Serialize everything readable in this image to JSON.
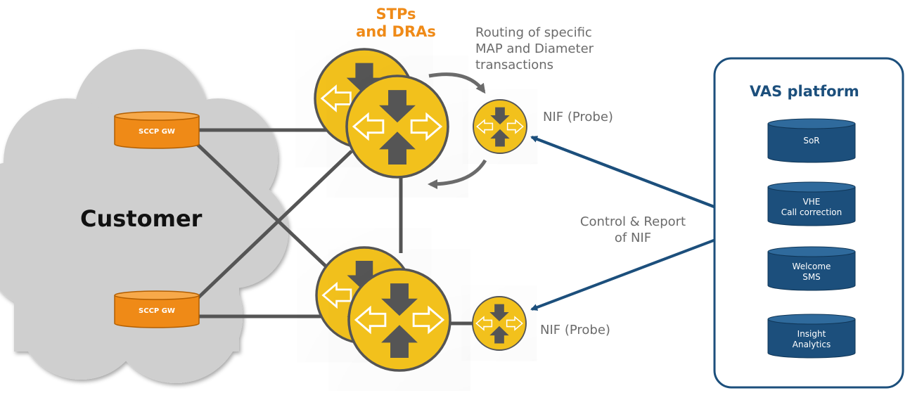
{
  "title": {
    "line1": "STPs",
    "line2": "and DRAs"
  },
  "routing_note": {
    "line1": "Routing of specific",
    "line2": "MAP and Diameter",
    "line3": "transactions"
  },
  "nif_top": "NIF (Probe)",
  "nif_bottom": "NIF (Probe)",
  "control_note": {
    "line1": "Control & Report",
    "line2": "of NIF"
  },
  "customer": "Customer",
  "gateways": [
    "SCCP GW",
    "SCCP GW"
  ],
  "vas": {
    "title": "VAS platform",
    "items": [
      {
        "line1": "SoR",
        "line2": ""
      },
      {
        "line1": "VHE",
        "line2": "Call correction"
      },
      {
        "line1": "Welcome",
        "line2": "SMS"
      },
      {
        "line1": "Insight",
        "line2": "Analytics"
      }
    ]
  },
  "colors": {
    "orange": "#ef8a17",
    "yellow": "#f2c11d",
    "navy": "#1c4f7c",
    "grey": "#555555",
    "cloud": "#cfcfcf"
  }
}
